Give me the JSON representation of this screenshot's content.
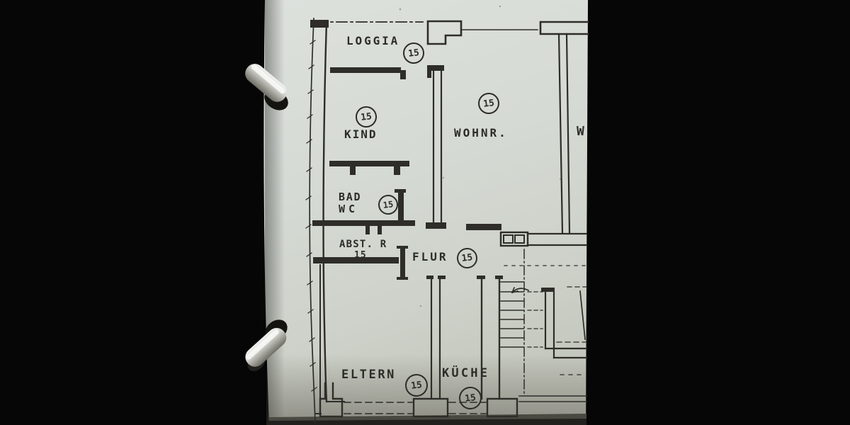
{
  "photo": {
    "type_label": "floor-plan-photo",
    "colors": {
      "background": "#060606",
      "paper": "#d5dad4",
      "ink": "#2e2d29"
    }
  },
  "rooms": {
    "loggia": {
      "label": "LOGGIA",
      "number": "15"
    },
    "kind": {
      "label": "KIND",
      "number": "15"
    },
    "wohnzimmer": {
      "label": "WOHNR.",
      "number": "15"
    },
    "bad": {
      "label_line1": "BAD",
      "label_line2": "WC",
      "number": "15"
    },
    "abstellraum": {
      "label": "ABST. R",
      "number": "15"
    },
    "flur": {
      "label": "FLUR",
      "number": "15"
    },
    "eltern": {
      "label": "ELTERN",
      "number": "15"
    },
    "kueche": {
      "label": "KÜCHE",
      "number": "15"
    },
    "partial_right_room": {
      "label": "W"
    }
  }
}
